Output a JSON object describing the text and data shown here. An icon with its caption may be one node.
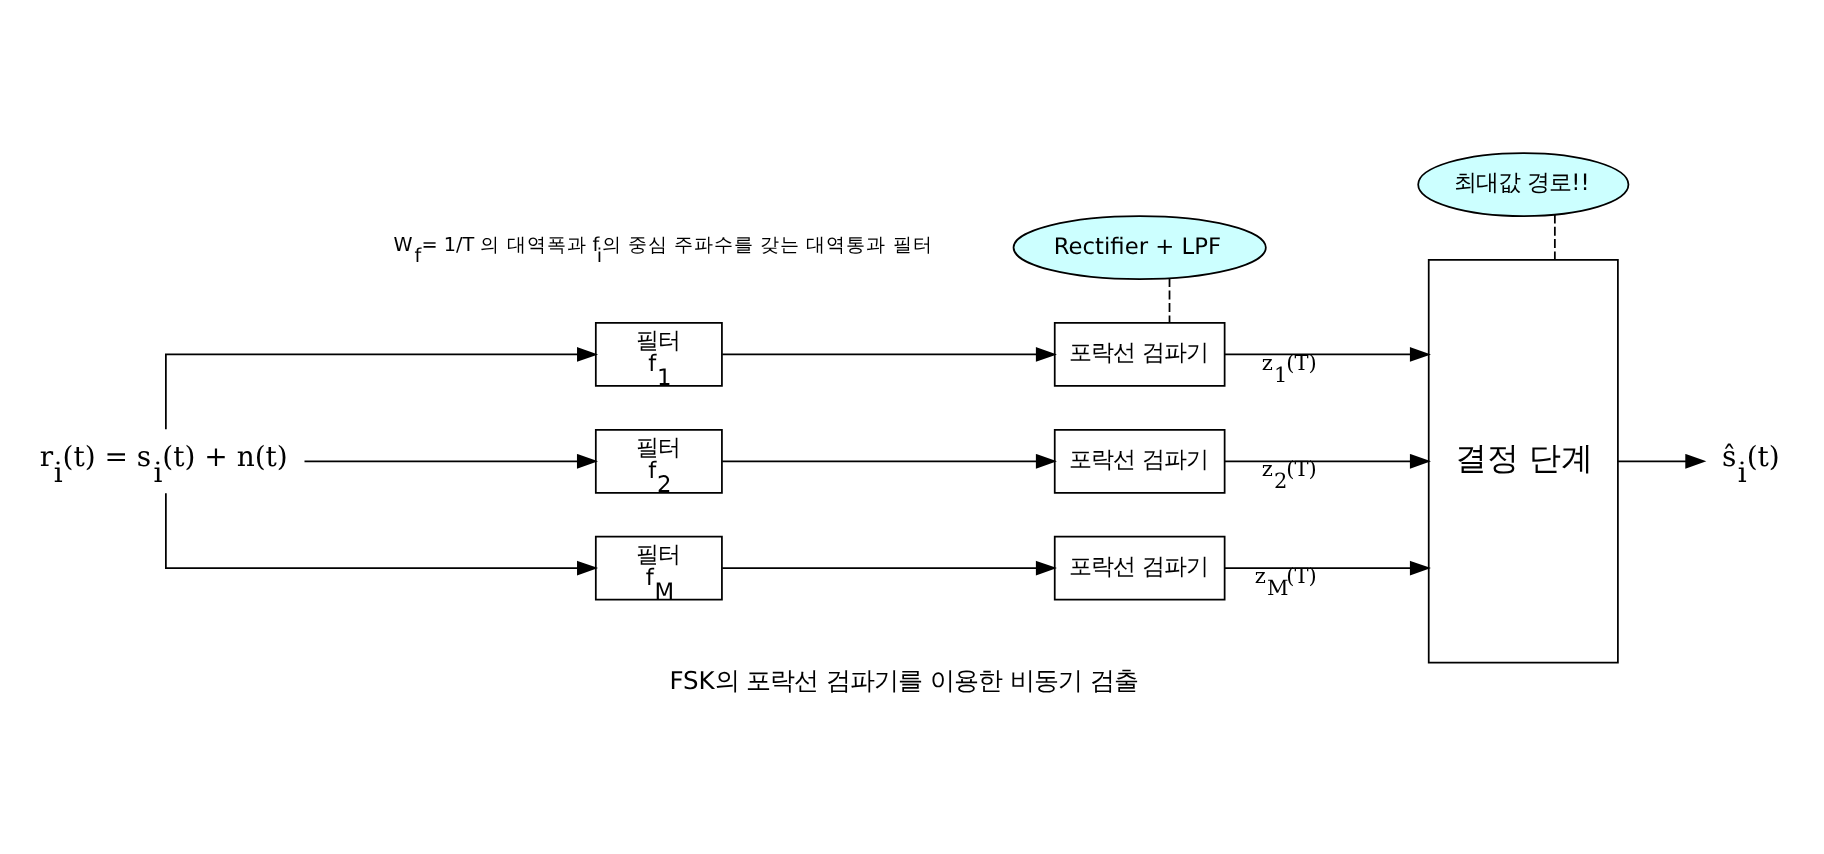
{
  "diagram": {
    "caption": "FSK의 포락선 검파기를 이용한 비동기 검출",
    "nodes": [
      {
        "text": [
          "r$_{i}$(t) = s$_{i}$(t) + n(t)"
        ]
      },
      {
        "text": [
          "필터",
          "f$_{1}$"
        ],
        "beside": [
          "W$_{f}$= 1/T 의 대역폭과 f$_{i}$의 중심 주파수를 갖는 대역통과 필터"
        ]
      },
      {
        "text": [
          "필터",
          "f$_{2}$"
        ]
      },
      {
        "text": [
          "필터",
          "f$_{M}$"
        ]
      },
      {
        "text": [
          "포락선 검파기"
        ]
      },
      {
        "text": [
          "포락선 검파기"
        ]
      },
      {
        "text": [
          "포락선 검파기"
        ]
      },
      {
        "text": [
          "결정 단계"
        ]
      },
      {
        "text": [
          "ŝ$_{i}$(t)"
        ]
      },
      {
        "text": [
          "Rectifier + LPF"
        ]
      },
      {
        "text": [
          "최대값 경로!!"
        ]
      }
    ],
    "edges": [
      {
        "from": 0,
        "to": 1,
        "arrow": "to"
      },
      {
        "from": 0,
        "to": 2,
        "arrow": "to"
      },
      {
        "from": 0,
        "to": 3,
        "arrow": "to"
      },
      {
        "from": 1,
        "to": 4,
        "arrow": "to"
      },
      {
        "from": 2,
        "to": 5,
        "arrow": "to"
      },
      {
        "from": 3,
        "to": 6,
        "arrow": "to"
      },
      {
        "from": 4,
        "to": 7,
        "arrow": "to",
        "label": "z$_{1}$(T)"
      },
      {
        "from": 5,
        "to": 7,
        "arrow": "to",
        "label": "z$_{2}$(T)"
      },
      {
        "from": 6,
        "to": 7,
        "arrow": "to",
        "label": "z$_{M}$(T)"
      },
      {
        "from": 7,
        "to": 8,
        "arrow": "to"
      },
      {
        "from": 9,
        "to": 4,
        "arrow": "none",
        "style": "dashed"
      },
      {
        "from": 10,
        "to": 7,
        "arrow": "none",
        "style": "dashed"
      }
    ]
  }
}
